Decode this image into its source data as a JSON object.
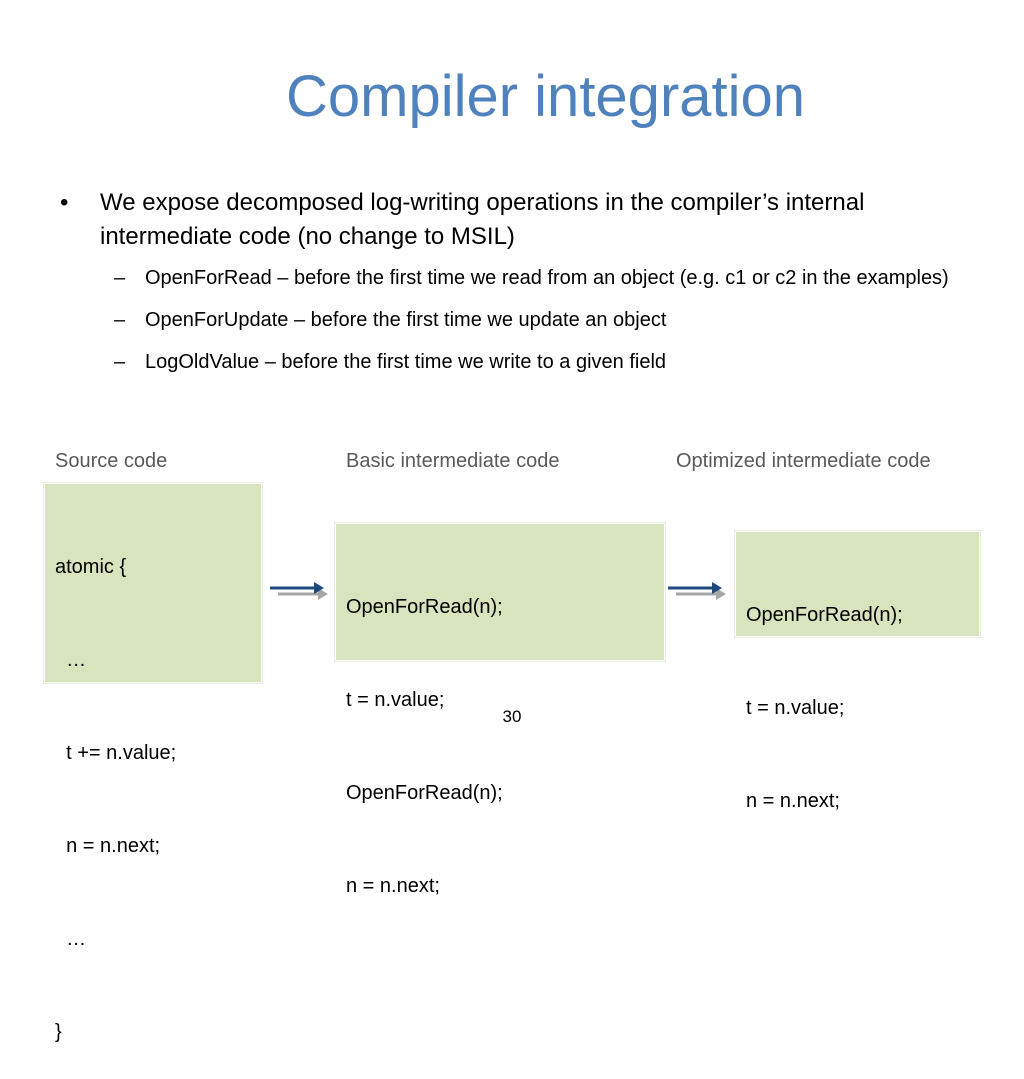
{
  "slide": {
    "title": "Compiler integration",
    "bullet": {
      "marker": "•",
      "text": "We expose decomposed log-writing operations in the compiler’s internal intermediate code (no change to MSIL)",
      "sub_marker": "–",
      "sub_items": [
        "OpenForRead – before the first time we read from an object (e.g. c1 or c2 in the examples)",
        "OpenForUpdate – before the first time we update an object",
        "LogOldValue – before the first time we write to a given field"
      ]
    },
    "columns": [
      {
        "label": "Source code",
        "lines": [
          "atomic {",
          "  …",
          "  t += n.value;",
          "  n = n.next;",
          "  …",
          "}"
        ]
      },
      {
        "label": "Basic intermediate code",
        "lines": [
          "OpenForRead(n);",
          "t = n.value;",
          "OpenForRead(n);",
          "n = n.next;"
        ]
      },
      {
        "label": "Optimized intermediate code",
        "lines": [
          "OpenForRead(n);",
          "t = n.value;",
          "n = n.next;"
        ]
      }
    ],
    "arrow_colors": {
      "front": "#1F497D",
      "back": "#A6A6A6"
    },
    "page_number": "30"
  }
}
